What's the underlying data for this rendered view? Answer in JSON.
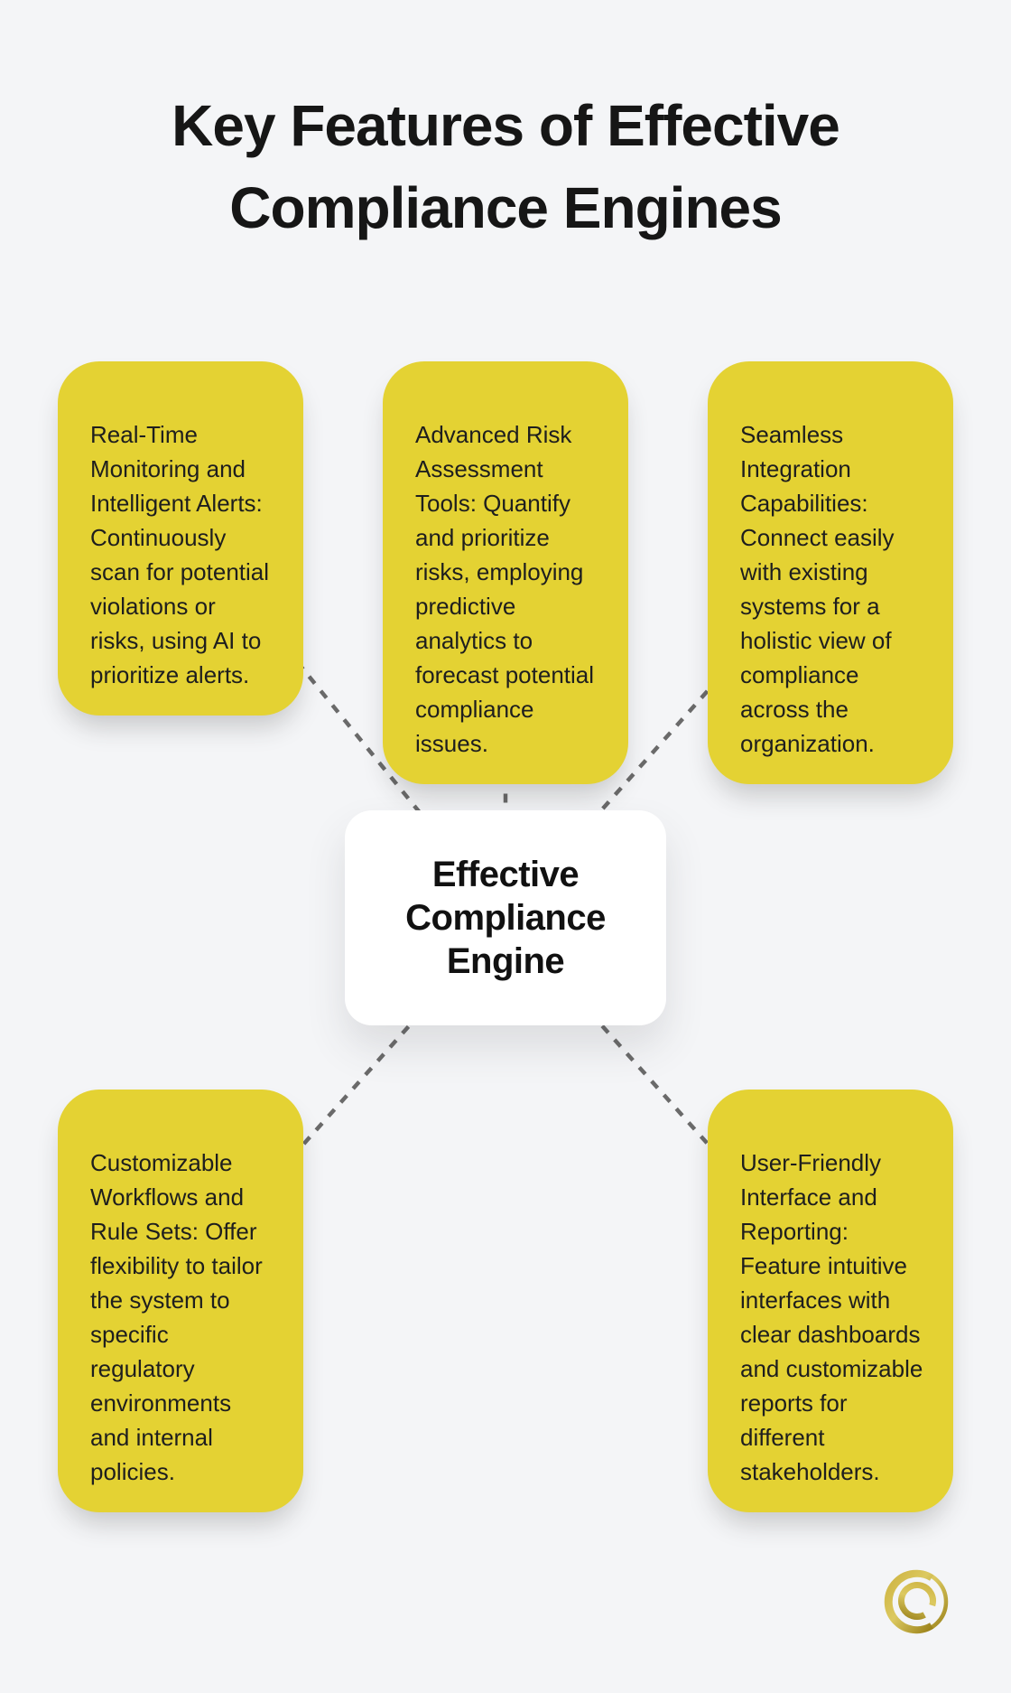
{
  "title": {
    "text": "Key Features of Effective\nCompliance Engines"
  },
  "center_node": {
    "label": "Effective\nCompliance\nEngine"
  },
  "features": [
    {
      "id": "real-time-monitoring",
      "text": "Real-Time\nMonitoring and\nIntelligent Alerts:\nContinuously\nscan for potential\nviolations or\nrisks, using AI to\nprioritize alerts."
    },
    {
      "id": "advanced-risk-assessment",
      "text": "Advanced Risk\nAssessment\nTools: Quantify\nand prioritize\nrisks, employing\npredictive\nanalytics to\nforecast potential\ncompliance\nissues."
    },
    {
      "id": "seamless-integration",
      "text": "Seamless\nIntegration\nCapabilities:\nConnect easily\nwith existing\nsystems for a\nholistic view of\ncompliance\nacross the\norganization."
    },
    {
      "id": "customizable-workflows",
      "text": "Customizable\nWorkflows and\nRule Sets: Offer\nflexibility to tailor\nthe system to\nspecific\nregulatory\nenvironments\nand internal\npolicies."
    },
    {
      "id": "user-friendly-interface",
      "text": "User-Friendly\nInterface and\nReporting:\nFeature intuitive\ninterfaces with\nclear dashboards\nand customizable\nreports for\ndifferent\nstakeholders."
    }
  ],
  "colors": {
    "background": "#f4f5f7",
    "box_yellow": "#e4d233",
    "text_dark": "#1e1e1e",
    "connector_gray": "#6a6a6a",
    "center_bg": "#ffffff",
    "logo_gold": "#ab8f22"
  },
  "icons": {
    "logo": "q-monogram-logo"
  }
}
